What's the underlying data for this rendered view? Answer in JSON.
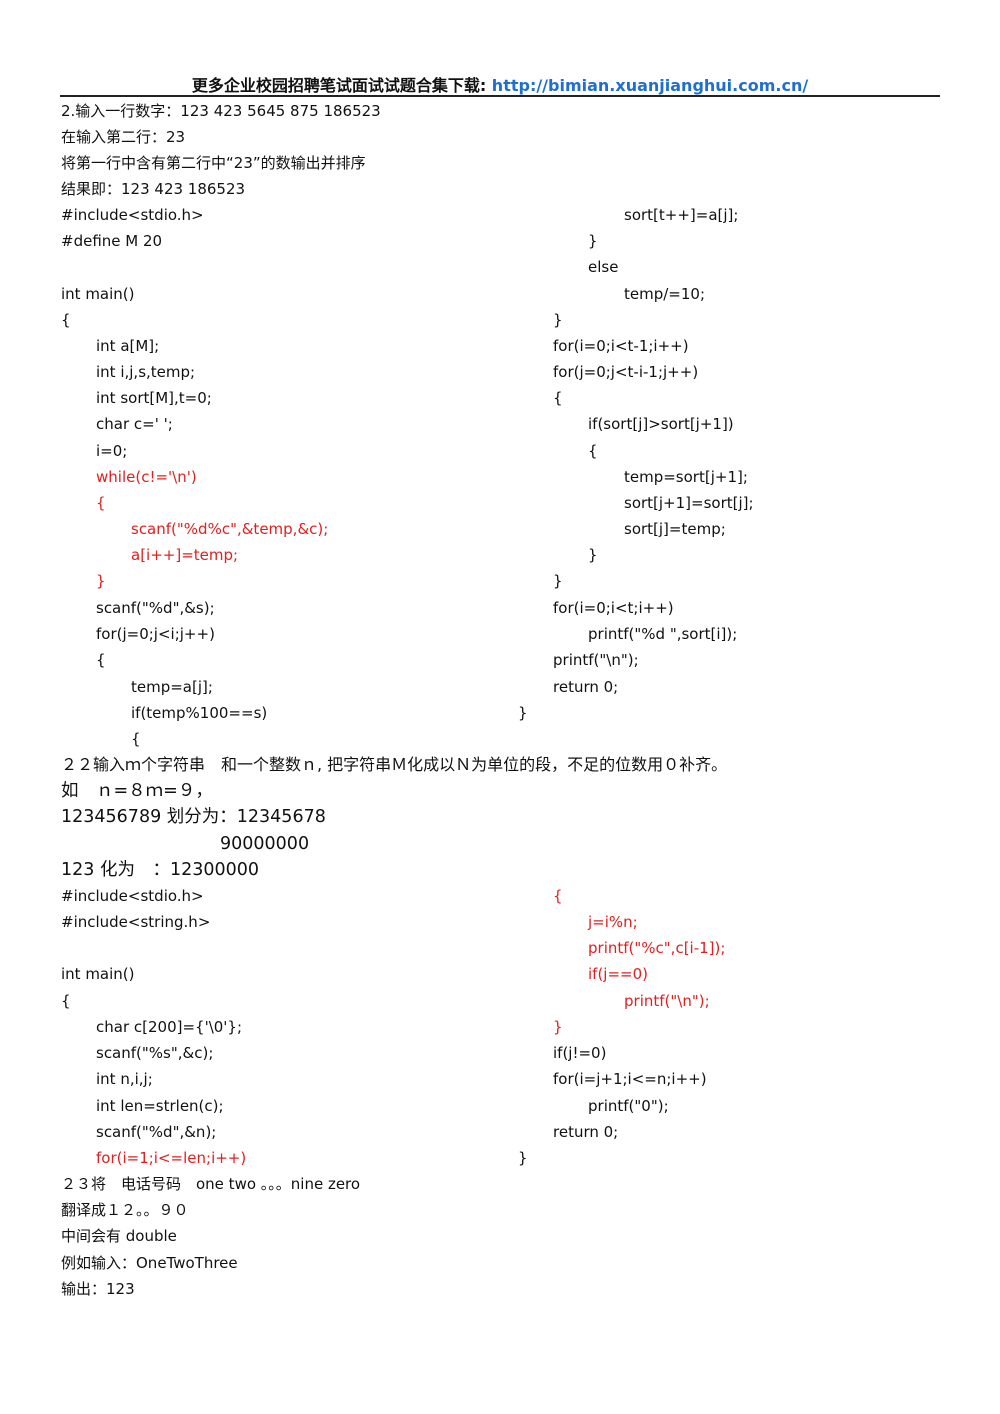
{
  "header": {
    "title": "更多企业校园招聘笔试面试试题合集下载:",
    "url": "http://bimian.xuanjianghui.com.cn/"
  },
  "problem2": {
    "lines": [
      "2.输入一行数字：123 423 5645 875 186523",
      "在输入第二行：23",
      "将第一行中含有第二行中“23”的数输出并排序",
      "结果即：123 423 186523"
    ],
    "code_left": [
      "#include<stdio.h>",
      "#define M 20",
      "int main()",
      "{",
      "int a[M];",
      "int i,j,s,temp;",
      "int sort[M],t=0;",
      "char c=' ';",
      "i=0;",
      "while(c!='\\n')",
      "{",
      "scanf(\"%d%c\",&temp,&c);",
      "a[i++]=temp;",
      "}",
      "scanf(\"%d\",&s);",
      "for(j=0;j<i;j++)",
      "{",
      "temp=a[j];",
      "if(temp%100==s)",
      "{"
    ],
    "code_right": [
      "sort[t++]=a[j];",
      "}",
      "else",
      "temp/=10;",
      "}",
      "for(i=0;i<t-1;i++)",
      "for(j=0;j<t-i-1;j++)",
      "{",
      "if(sort[j]>sort[j+1])",
      "{",
      "temp=sort[j+1];",
      "sort[j+1]=sort[j];",
      "sort[j]=temp;",
      "}",
      "}",
      "for(i=0;i<t;i++)",
      "printf(\"%d \",sort[i]);",
      "printf(\"\\n\");",
      "return 0;",
      "}"
    ]
  },
  "problem22": {
    "lines": [
      "２２输入ｍ个字符串　和一个整数ｎ, 把字符串Ｍ化成以Ｎ为单位的段，不足的位数用０补齐。",
      "如　ｎ=８ｍ=９，",
      "123456789 划分为：12345678",
      "90000000",
      "123 化为　：12300000"
    ],
    "code_left": [
      "#include<stdio.h>",
      "#include<string.h>",
      "int main()",
      "{",
      "char c[200]={'\\0'};",
      "scanf(\"%s\",&c);",
      "int n,i,j;",
      "int len=strlen(c);",
      "scanf(\"%d\",&n);",
      "for(i=1;i<=len;i++)"
    ],
    "code_right": [
      "{",
      "j=i%n;",
      "printf(\"%c\",c[i-1]);",
      "if(j==0)",
      "printf(\"\\n\");",
      "}",
      "if(j!=0)",
      "for(i=j+1;i<=n;i++)",
      "printf(\"0\");",
      "return 0;",
      "}"
    ]
  },
  "problem23": {
    "lines": [
      "２３将　电话号码　one two 。。。nine zero",
      "翻译成１２。。９０",
      "中间会有 double",
      "例如输入：OneTwoThree",
      "输出：123"
    ]
  }
}
